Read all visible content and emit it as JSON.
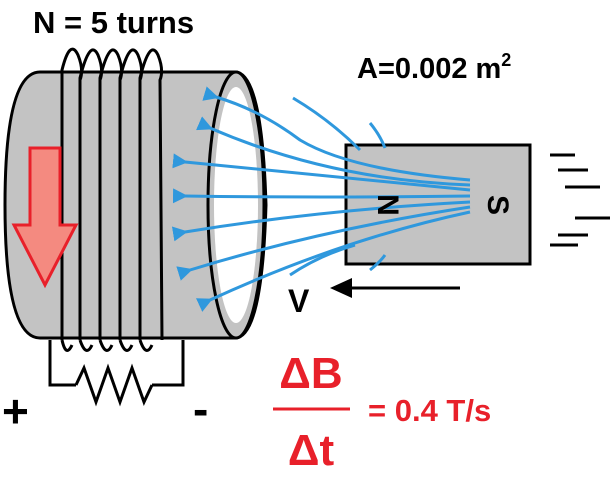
{
  "title": "Faraday's Law: Magnet moving into a coil",
  "labels": {
    "turns": "N = 5 turns",
    "area": "A=0.002 m",
    "area_exp": "2",
    "magnet_north": "N",
    "magnet_south": "S",
    "velocity": "V",
    "plus": "+",
    "minus": "-",
    "dB": "ΔB",
    "dt": "Δt",
    "rate": "= 0.4 T/s"
  },
  "colors": {
    "coil_body": "#c3c3c3",
    "magnet_body": "#c3c3c3",
    "field_lines": "#2f98dd",
    "induced_arrow_fill": "#f48a80",
    "induced_arrow_stroke": "#e8202a",
    "rate_text": "#e8202a",
    "ink": "#000000"
  },
  "parameters": {
    "turns": 5,
    "area_m2": 0.002,
    "dB_dt_T_per_s": 0.4
  }
}
